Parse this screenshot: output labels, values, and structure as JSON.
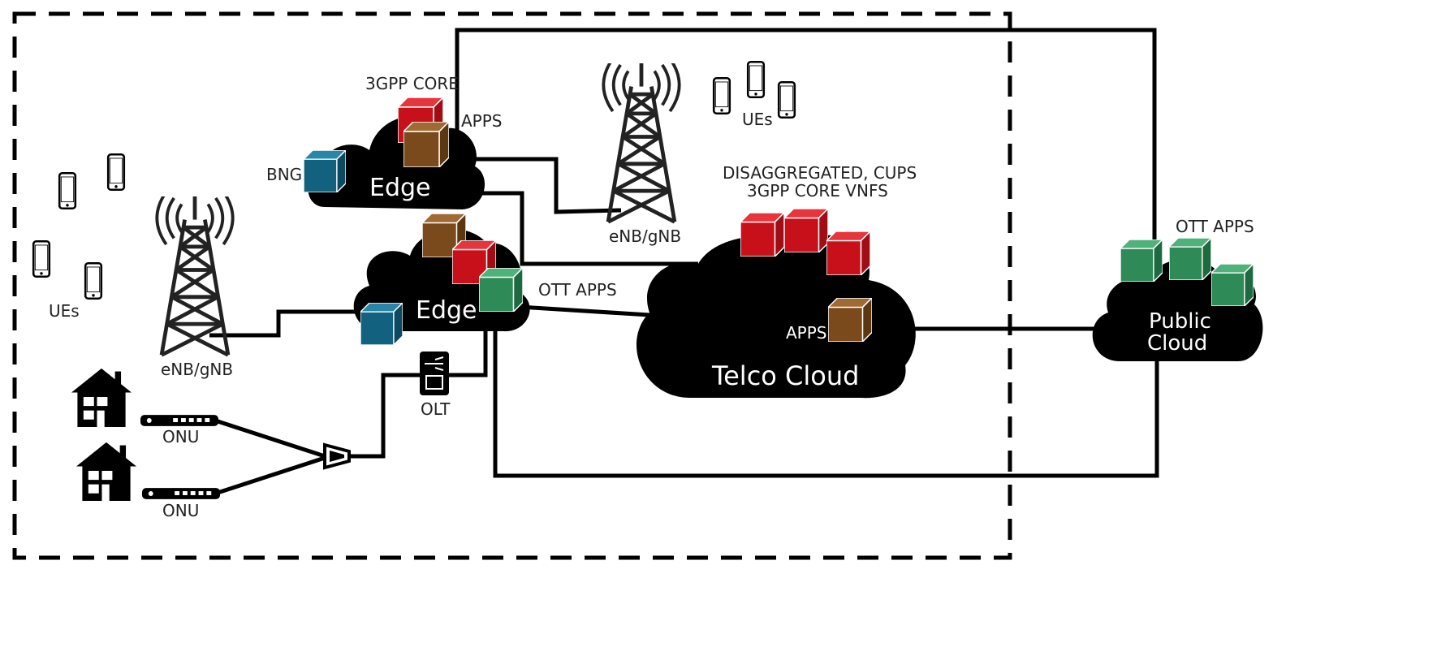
{
  "labels": {
    "core_3gpp": "3GPP CORE",
    "apps_top": "APPS",
    "bng": "BNG",
    "edge_top": "Edge",
    "edge_mid": "Edge",
    "ott_apps_edge": "OTT APPS",
    "enb_center": "eNB/gNB",
    "enb_left": "eNB/gNB",
    "ues_left": "UEs",
    "ues_top": "UEs",
    "disagg_line1": "DISAGGREGATED, CUPS",
    "disagg_line2": "3GPP CORE VNFS",
    "apps_telco": "APPS",
    "telco_cloud": "Telco Cloud",
    "ott_apps_public": "OTT APPS",
    "public_cloud_line1": "Public",
    "public_cloud_line2": "Cloud",
    "olt": "OLT",
    "onu_top": "ONU",
    "onu_bottom": "ONU"
  },
  "colors": {
    "red": "#c8101a",
    "brown": "#7a4a1c",
    "green": "#2e8b57",
    "teal": "#12617e",
    "cloud": "#000000",
    "line": "#000000"
  }
}
